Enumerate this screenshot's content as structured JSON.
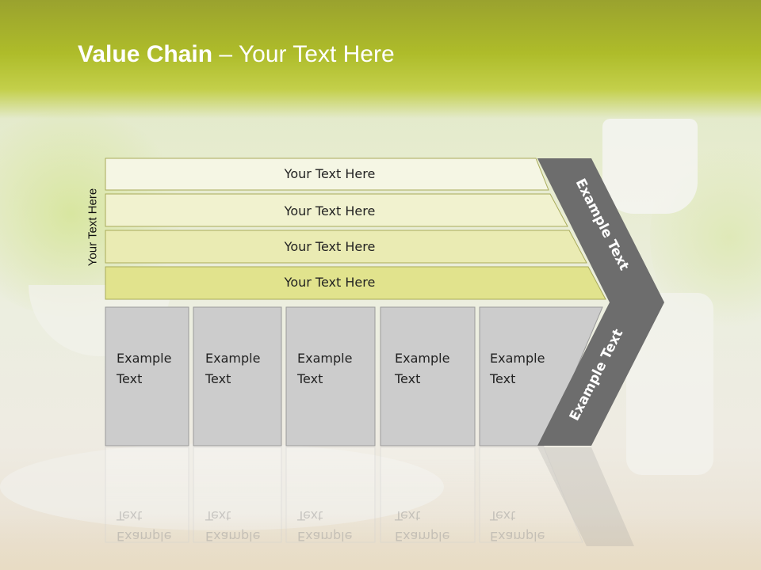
{
  "slide": {
    "title_bold": "Value Chain",
    "title_rest": " – Your Text Here",
    "side_label": "Your Text Here"
  },
  "bars": [
    {
      "label": "Your Text Here",
      "fill": "#f5f6e4"
    },
    {
      "label": "Your Text Here",
      "fill": "#f1f2cf"
    },
    {
      "label": "Your Text Here",
      "fill": "#eaebb3"
    },
    {
      "label": "Your Text Here",
      "fill": "#e1e38d"
    }
  ],
  "boxes": [
    {
      "line1": "Example",
      "line2": "Text"
    },
    {
      "line1": "Example",
      "line2": "Text"
    },
    {
      "line1": "Example",
      "line2": "Text"
    },
    {
      "line1": "Example",
      "line2": "Text"
    },
    {
      "line1": "Example",
      "line2": "Text"
    }
  ],
  "chevron": {
    "upper_label": "Example Text",
    "lower_label": "Example Text",
    "color": "#6d6d6d"
  },
  "colors": {
    "header": "#aebc2a",
    "box": "#cccccc",
    "bar_border": "#a9ab5a"
  }
}
